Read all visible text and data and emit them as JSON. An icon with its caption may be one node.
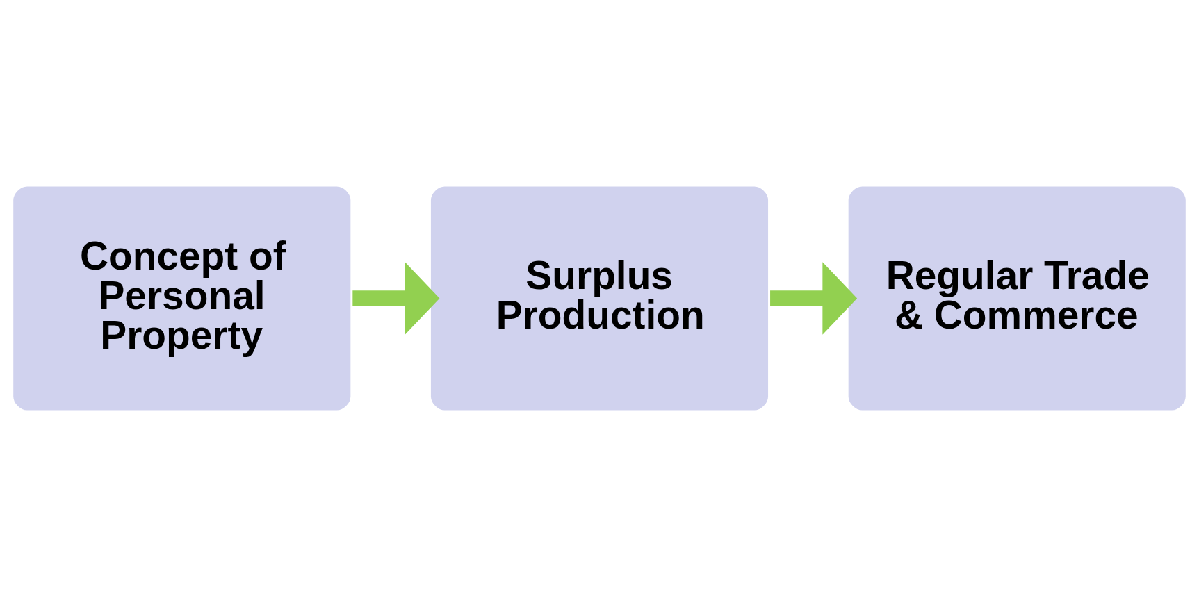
{
  "diagram": {
    "nodes": [
      {
        "text": [
          "Concept of Personal Property"
        ]
      },
      {
        "text": [
          "Surplus Production"
        ]
      },
      {
        "text": [
          "Regular Trade & Commerce"
        ]
      }
    ],
    "edges": [
      {
        "from": 0,
        "to": 1,
        "arrow": "to"
      },
      {
        "from": 1,
        "to": 2,
        "arrow": "to"
      }
    ]
  }
}
